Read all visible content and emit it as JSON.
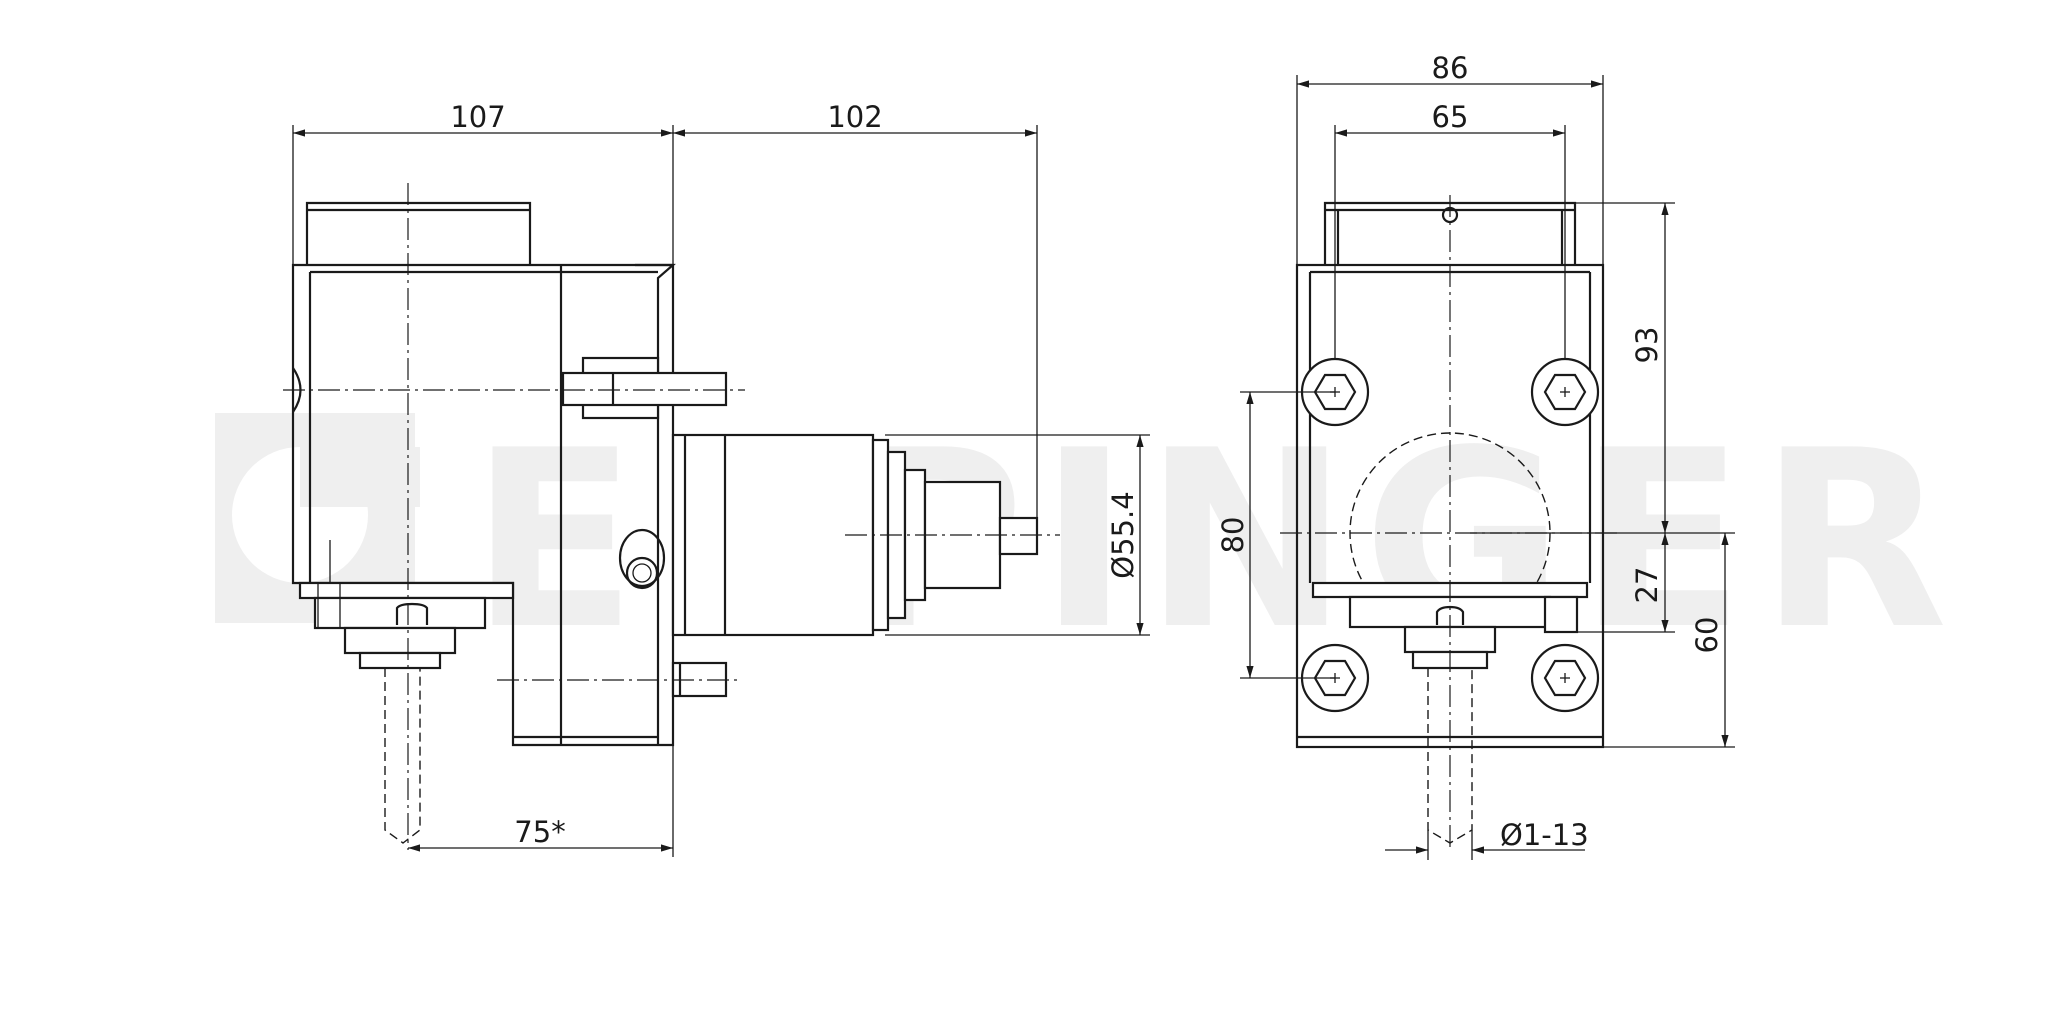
{
  "watermark": {
    "text": "EPPINGER",
    "color": "#efefef"
  },
  "colors": {
    "line": "#1a1a1a",
    "background": "#ffffff"
  },
  "dimensions": {
    "side_width_left": "107",
    "side_width_right": "102",
    "side_bottom_offset": "75*",
    "side_diameter": "Ø55.4",
    "front_outer_width": "86",
    "front_inner_width": "65",
    "front_bolt_spacing": "80",
    "front_total_height": "93",
    "front_center_height": "27",
    "front_bottom_height": "60",
    "front_tool_diameter": "Ø1-13"
  }
}
